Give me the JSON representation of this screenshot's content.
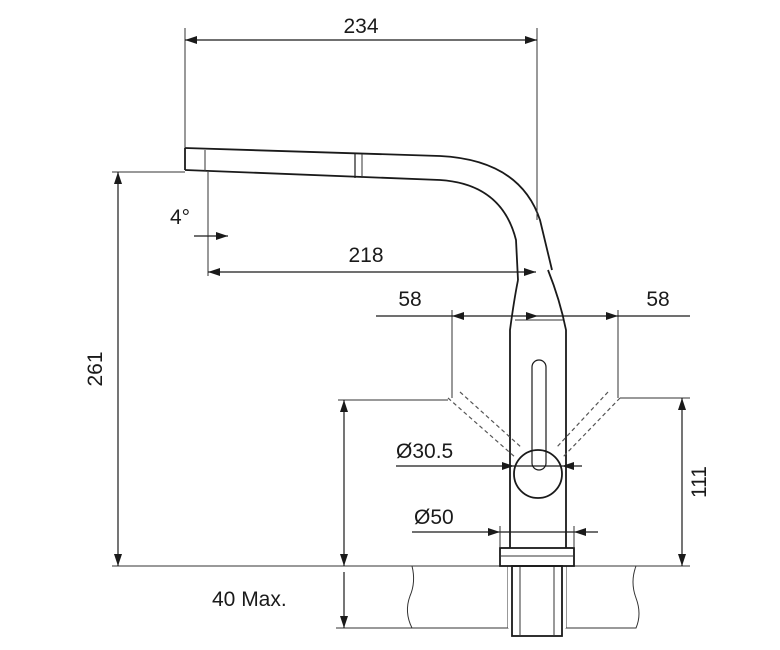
{
  "drawing": {
    "dimensions": {
      "total_width": "234",
      "spout_reach": "218",
      "spout_angle": "4°",
      "height": "261",
      "handle_swing_left": "58",
      "handle_swing_right": "58",
      "handle_height": "111",
      "handle_diameter": "Ø30.5",
      "base_diameter": "Ø50",
      "deck_thickness": "40 Max."
    },
    "colors": {
      "line": "#1a1a1a",
      "counter_hatch": "#333333",
      "background": "#ffffff"
    }
  }
}
